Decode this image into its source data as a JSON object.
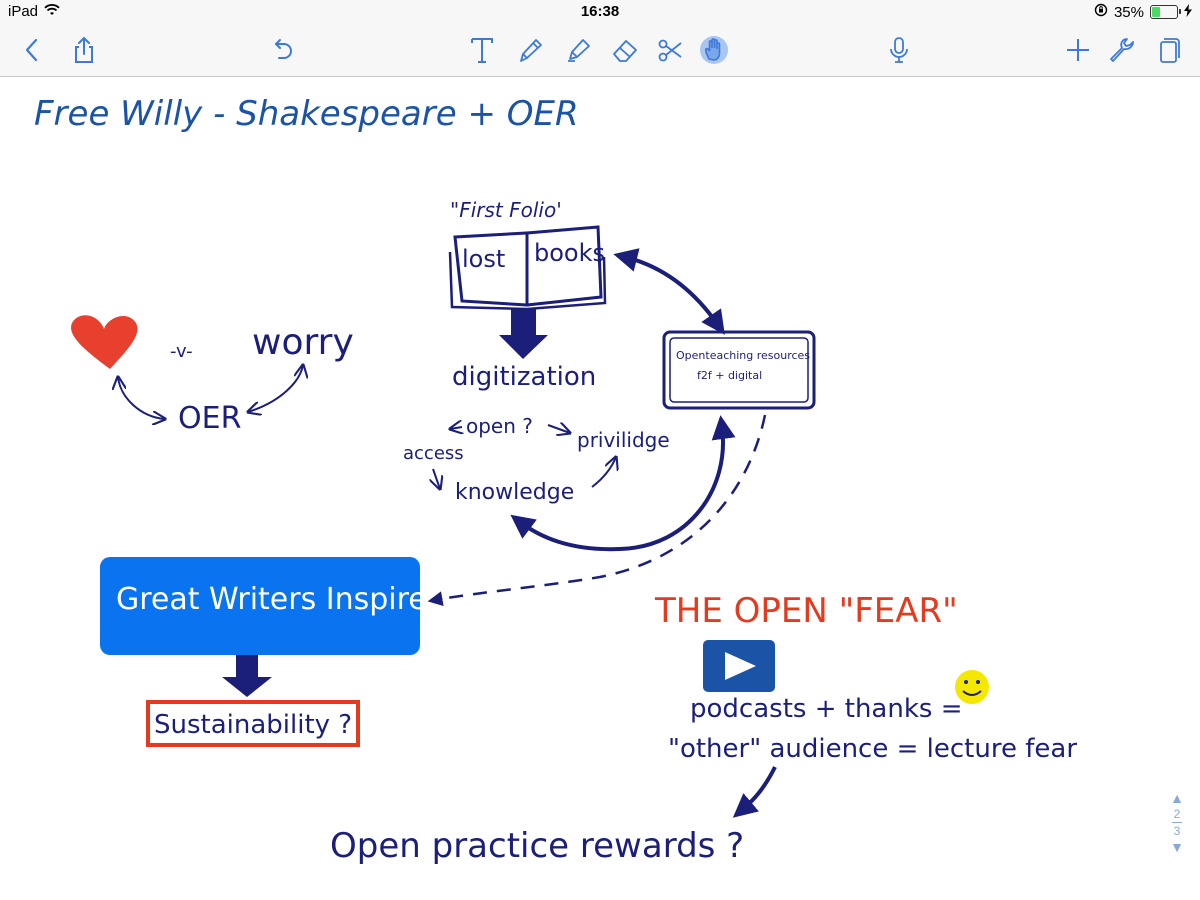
{
  "status_bar": {
    "device": "iPad",
    "time": "16:38",
    "battery_percent": "35%",
    "battery_level": 0.35
  },
  "toolbar": {
    "left_icons": [
      "back-icon",
      "share-icon",
      "undo-icon"
    ],
    "center_icons": [
      "text-tool-icon",
      "pen-tool-icon",
      "highlighter-tool-icon",
      "eraser-tool-icon",
      "scissors-tool-icon",
      "hand-tool-icon"
    ],
    "selected_tool": "hand-tool-icon",
    "right_icons": [
      "microphone-icon",
      "add-icon",
      "wrench-icon",
      "pages-icon"
    ],
    "accent_color": "#3d7ad8"
  },
  "note": {
    "title": "Free Willy - Shakespeare + OER",
    "first_folio": "\"First Folio'",
    "book_left": "lost",
    "book_right": "books",
    "digitization": "digitization",
    "open_teaching_line1": "Openteaching resources",
    "open_teaching_line2": "f2f + digital",
    "open_q": "open ?",
    "access": "access",
    "privilege": "privilidge",
    "knowledge": "knowledge",
    "versus": "-v-",
    "worry": "worry",
    "oer": "OER",
    "great_writers": "Great Writers Inspire",
    "sustainability": "Sustainability ?",
    "open_fear": "THE OPEN \"FEAR\"",
    "podcasts": "podcasts + thanks =",
    "other_audience": "\"other\" audience = lecture fear",
    "open_practice": "Open practice rewards ?"
  },
  "colors": {
    "ink_dark": "#1b1f7a",
    "ink_blue": "#1b53a6",
    "ink_red": "#e63a1e",
    "box_blue": "#0a74f0",
    "heart_red": "#e8402e",
    "smiley_yellow": "#f5e800"
  },
  "pager": {
    "current": "2",
    "total": "3"
  }
}
